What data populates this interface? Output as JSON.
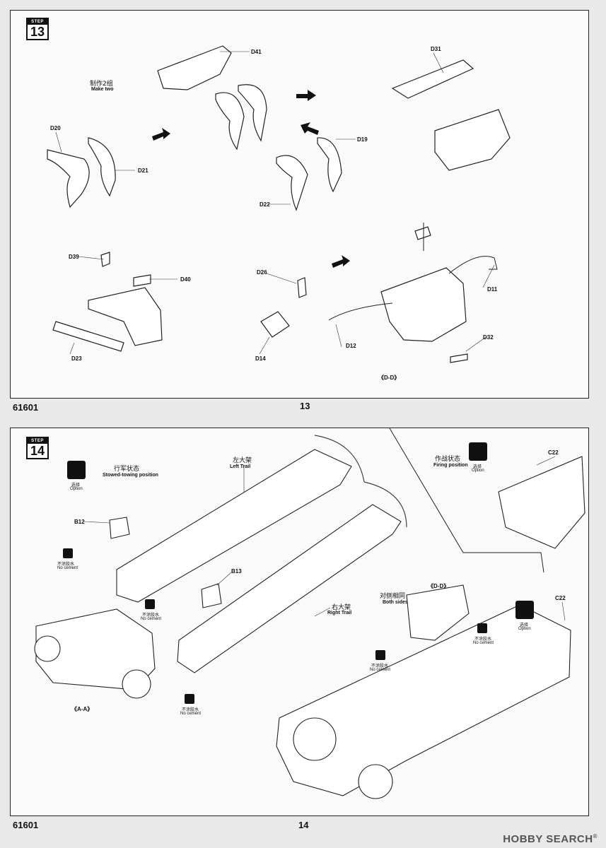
{
  "page13": {
    "step_label": "STEP",
    "step_number": "13",
    "page_number": "13",
    "kit_number": "61601",
    "make_two_cn": "制作2组",
    "make_two_en": "Make two",
    "parts": {
      "D41": "D41",
      "D31": "D31",
      "D20": "D20",
      "D21": "D21",
      "D19": "D19",
      "D22": "D22",
      "D39": "D39",
      "D40": "D40",
      "D23": "D23",
      "D26": "D26",
      "D14": "D14",
      "D11": "D11",
      "D12": "D12",
      "D32": "D32"
    },
    "section_ref": "《D-D》"
  },
  "page14": {
    "step_label": "STEP",
    "step_number": "14",
    "page_number": "14",
    "kit_number": "61601",
    "stowed_cn": "行军状态",
    "stowed_en": "Stowed-towing position",
    "firing_cn": "作战状态",
    "firing_en": "Firing position",
    "option_cn": "选择",
    "option_en": "Option",
    "left_trail_cn": "左大架",
    "left_trail_en": "Left Trail",
    "right_trail_cn": "右大架",
    "right_trail_en": "Right Trail",
    "both_sides_cn": "对侧相同",
    "both_sides_en": "Both sides",
    "no_cement_cn": "不涂胶水",
    "no_cement_en": "No cement",
    "parts": {
      "B12": "B12",
      "B13": "B13",
      "C22": "C22"
    },
    "section_aa": "《A-A》",
    "section_dd": "《D-D》"
  },
  "watermark": {
    "brand": "HOBBY SEARCH",
    "reg": "®"
  }
}
